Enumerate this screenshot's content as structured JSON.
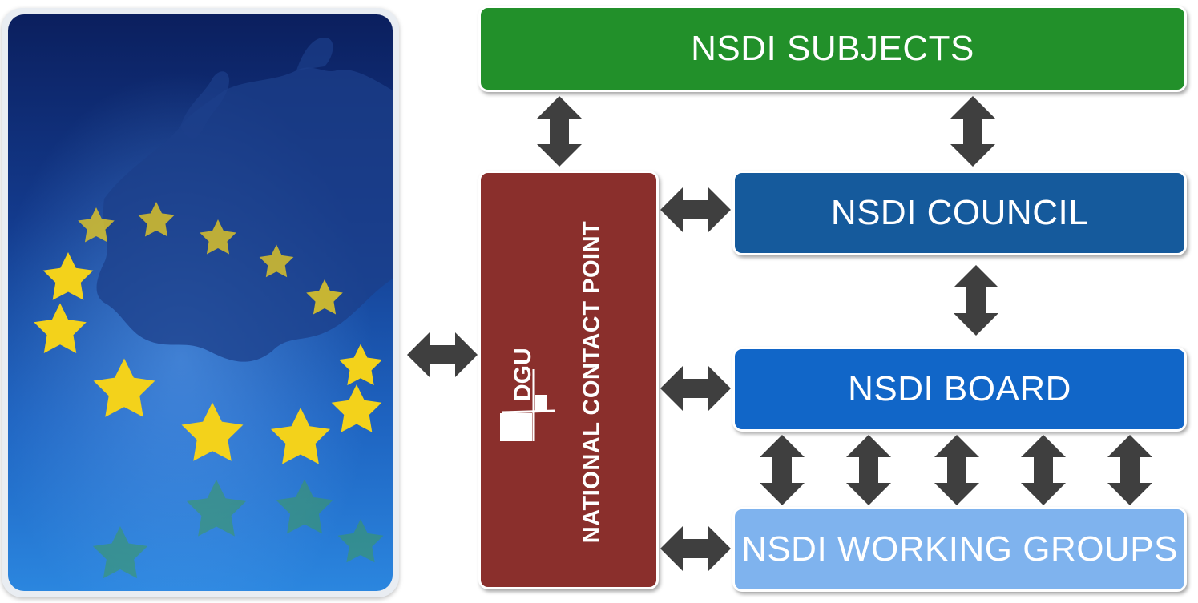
{
  "boxes": {
    "subjects": "NSDI SUBJECTS",
    "council": "NSDI COUNCIL",
    "board": "NSDI BOARD",
    "working_groups": "NSDI WORKING GROUPS",
    "contact_point": "NATIONAL CONTACT POINT"
  },
  "logo": {
    "text": "DGU"
  },
  "colors": {
    "subjects": "#22902a",
    "council": "#155a9c",
    "board": "#1166c8",
    "working_groups": "#7fb3ee",
    "contact_point": "#8a2f2c",
    "arrows": "#3f3f3f",
    "eu_stars": "#f3d21b"
  }
}
